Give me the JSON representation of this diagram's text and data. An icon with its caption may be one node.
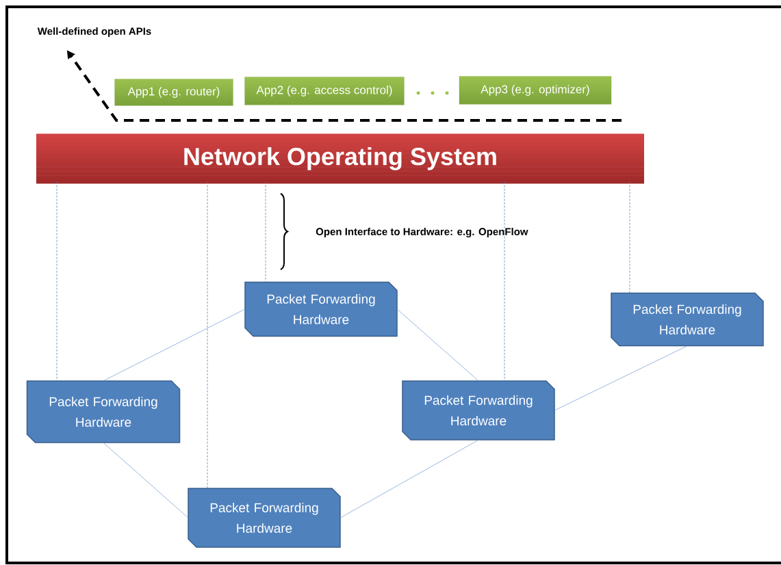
{
  "diagram": {
    "nodes": [
      {
        "text": [
          "Well-defined open APIs"
        ]
      },
      {
        "text": [
          "App1 (e.g. router)"
        ]
      },
      {
        "text": [
          "App2 (e.g. access control)"
        ]
      },
      {
        "text": [
          "App3 (e.g. optimizer)"
        ]
      },
      {
        "text": [
          "Network Operating System"
        ]
      },
      {
        "text": [
          "Packet Forwarding Hardware"
        ]
      },
      {
        "text": [
          "Packet Forwarding Hardware"
        ]
      },
      {
        "text": [
          "Packet Forwarding Hardware"
        ]
      },
      {
        "text": [
          "Packet Forwarding Hardware"
        ]
      },
      {
        "text": [
          "Packet Forwarding Hardware"
        ]
      }
    ],
    "edges": [
      {
        "from": null,
        "to": 0,
        "arrow": "to",
        "style": "dashed",
        "color": "#000000"
      },
      {
        "from": 4,
        "to": 7,
        "arrow": "none",
        "style": "dashed",
        "color": "#4f81bd"
      },
      {
        "from": 4,
        "to": 9,
        "arrow": "none",
        "style": "dashed",
        "color": "#4f81bd"
      },
      {
        "from": 4,
        "to": 5,
        "arrow": "none",
        "style": "dashed",
        "color": "#4f81bd"
      },
      {
        "from": 4,
        "to": 8,
        "arrow": "none",
        "style": "dashed",
        "color": "#4f81bd"
      },
      {
        "from": 4,
        "to": 6,
        "arrow": "none",
        "style": "dashed",
        "color": "#4f81bd"
      },
      {
        "from": 5,
        "to": 7,
        "arrow": "none"
      },
      {
        "from": 5,
        "to": 8,
        "arrow": "none"
      },
      {
        "from": 8,
        "to": 6,
        "arrow": "none"
      },
      {
        "from": 7,
        "to": 9,
        "arrow": "none"
      },
      {
        "from": 9,
        "to": 8,
        "arrow": "none"
      }
    ],
    "labels": [
      "Open Interface to Hardware: e.g. OpenFlow"
    ]
  }
}
